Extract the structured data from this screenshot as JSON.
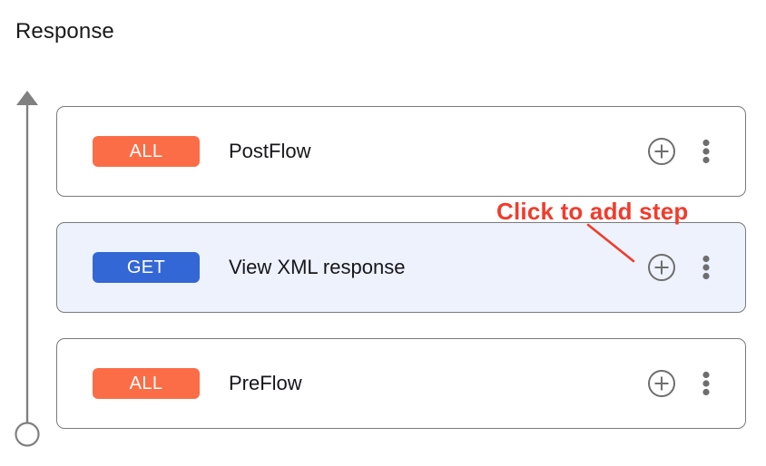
{
  "page": {
    "title": "Response",
    "background_color": "#ffffff"
  },
  "colors": {
    "badge_all": "#fb6d47",
    "badge_get": "#3367d6",
    "selected_row_background": "#eef2fd",
    "card_border": "#7a7a7a",
    "annotation_red": "#f23b2c",
    "icon_gray": "#6e6e6e",
    "axis_gray": "#808080"
  },
  "flow_axis": {
    "direction": "up",
    "arrow_head_icon": "arrow-up-icon",
    "endpoint_icon": "circle-endpoint-icon"
  },
  "steps": [
    {
      "badge": "ALL",
      "badge_type": "all",
      "label": "PostFlow",
      "selected": false,
      "add_icon": "plus-circle-icon",
      "more_icon": "more-vertical-icon"
    },
    {
      "badge": "GET",
      "badge_type": "get",
      "label": "View XML response",
      "selected": true,
      "add_icon": "plus-circle-icon",
      "more_icon": "more-vertical-icon"
    },
    {
      "badge": "ALL",
      "badge_type": "all",
      "label": "PreFlow",
      "selected": false,
      "add_icon": "plus-circle-icon",
      "more_icon": "more-vertical-icon"
    }
  ],
  "annotation": {
    "text": "Click to add step",
    "points_to": "add-step-button-row-2"
  }
}
